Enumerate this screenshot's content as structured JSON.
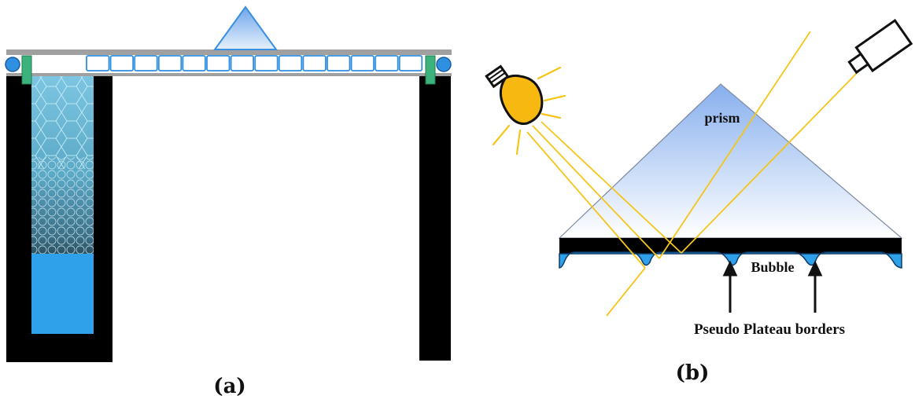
{
  "panel_a": {
    "label": "(a)"
  },
  "panel_b": {
    "label": "(b)",
    "prism_label": "prism",
    "bubble_label": "Bubble",
    "borders_label": "Pseudo Plateau borders"
  },
  "colors": {
    "liquid": "#2fa0ea",
    "foam": "#6fb7d2",
    "frame": "#000000",
    "bar": "#a0a0a0",
    "ray": "#f5c518",
    "bulb": "#f7b90f",
    "clamp": "#3cb37c",
    "prism_top": "#8fb6ee"
  }
}
